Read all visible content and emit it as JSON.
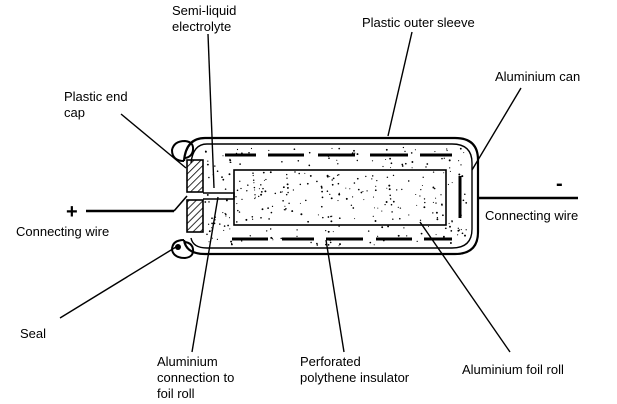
{
  "labels": {
    "semi_liquid": [
      "Semi-liquid",
      "electrolyte"
    ],
    "outer_sleeve": "Plastic outer sleeve",
    "can": "Aluminium can",
    "end_cap": [
      "Plastic end",
      "cap"
    ],
    "wire_left": "Connecting wire",
    "wire_right": "Connecting wire",
    "seal": "Seal",
    "connection": [
      "Aluminium",
      "connection to",
      "foil roll"
    ],
    "insulator": [
      "Perforated",
      "polythene insulator"
    ],
    "foil_roll": "Aluminium foil roll"
  },
  "terminals": {
    "positive": "+",
    "negative": "-"
  },
  "colors": {
    "ink": "#000000",
    "background": "#ffffff"
  }
}
